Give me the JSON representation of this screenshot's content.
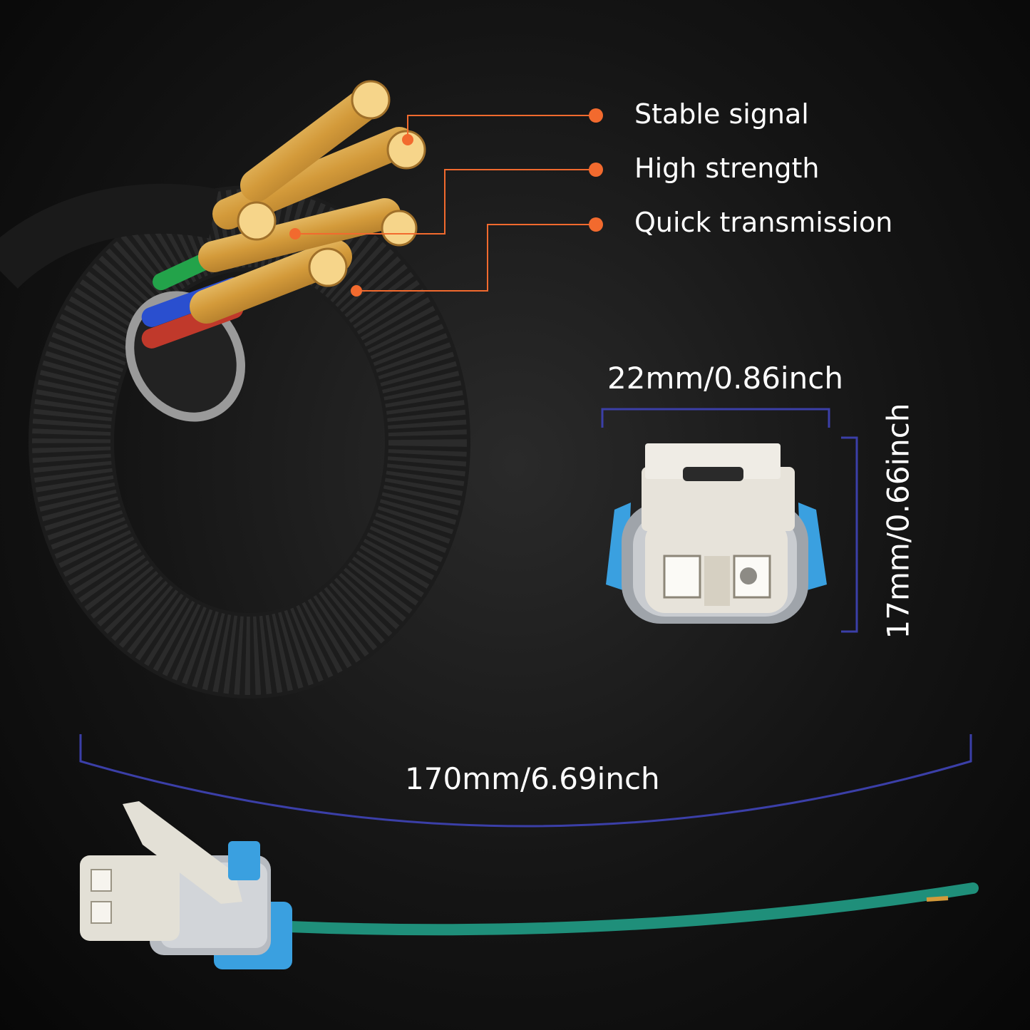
{
  "features": [
    {
      "label": "Stable signal"
    },
    {
      "label": "High strength"
    },
    {
      "label": "Quick transmission"
    }
  ],
  "dimensions": {
    "width": "22mm/0.86inch",
    "height": "17mm/0.66inch",
    "length": "170mm/6.69inch"
  },
  "colors": {
    "callout_accent": "#f26a2e",
    "dimension_line": "#3b3fa8",
    "wire": "#1f8f7a",
    "connector_body": "#e3e0d6",
    "connector_lock": "#3aa0e0"
  }
}
